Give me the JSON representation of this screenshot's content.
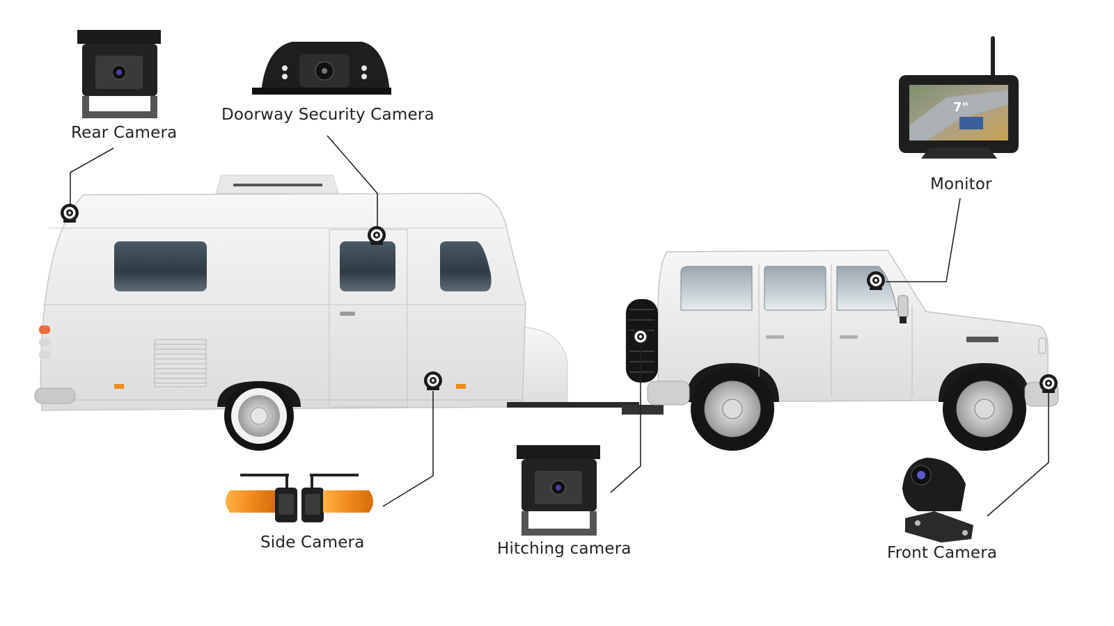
{
  "labels": {
    "rear_camera": "Rear Camera",
    "doorway_camera": "Doorway Security Camera",
    "monitor": "Monitor",
    "side_camera": "Side Camera",
    "hitching_camera": "Hitching camera",
    "front_camera": "Front Camera"
  },
  "monitor_screen_text": "7\"",
  "colors": {
    "body_white": "#ececec",
    "window_dark": "#3a4a55",
    "camera_black": "#1a1a1a",
    "amber": "#f08a1c",
    "leader_line": "#222222"
  },
  "icons": [
    "camera-marker-icon",
    "rear-camera-icon",
    "doorway-camera-icon",
    "monitor-icon",
    "side-camera-icon",
    "hitching-camera-icon",
    "front-camera-icon"
  ]
}
